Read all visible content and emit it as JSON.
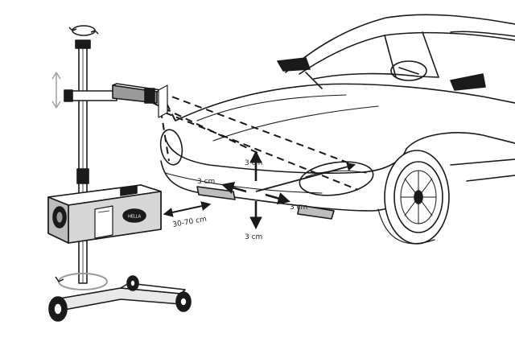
{
  "diagram": {
    "labels": {
      "vertical_top": "3 cm",
      "vertical_bottom": "3 cm",
      "horizontal_left": "3 cm",
      "horizontal_right": "3 cm",
      "distance": "30-70 cm"
    },
    "badge_text": "HELLA"
  },
  "colors": {
    "ink": "#1a1a1a",
    "ground_fill": "#d7d7d7",
    "gray": "#bdbdbd",
    "paper": "#ffffff"
  }
}
